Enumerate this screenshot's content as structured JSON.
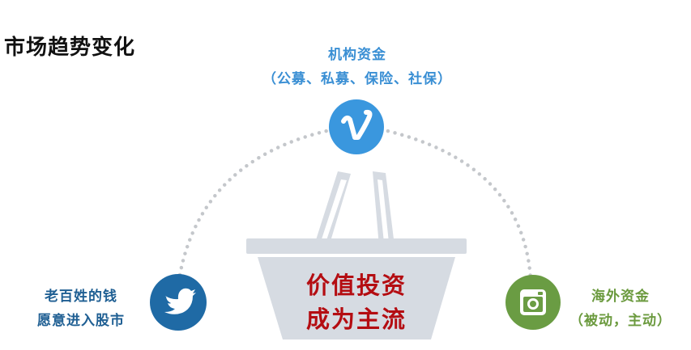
{
  "title": "市场趋势变化",
  "top": {
    "line1": "机构资金",
    "line2": "（公募、私募、保险、社保）",
    "icon": "vimeo-icon"
  },
  "left": {
    "line1": "老百姓的钱",
    "line2": "愿意进入股市",
    "icon": "twitter-bird-icon"
  },
  "right": {
    "line1": "海外资金",
    "line2": "（被动，主动）",
    "icon": "instagram-camera-icon"
  },
  "basket": {
    "line1": "价值投资",
    "line2": "成为主流"
  },
  "colors": {
    "top_circle": "#3a97de",
    "left_circle": "#1f6aa5",
    "right_circle": "#6a9c43",
    "basket": "#d6dbe2",
    "basket_text": "#b40d12",
    "dots": "#c4c7cb"
  }
}
